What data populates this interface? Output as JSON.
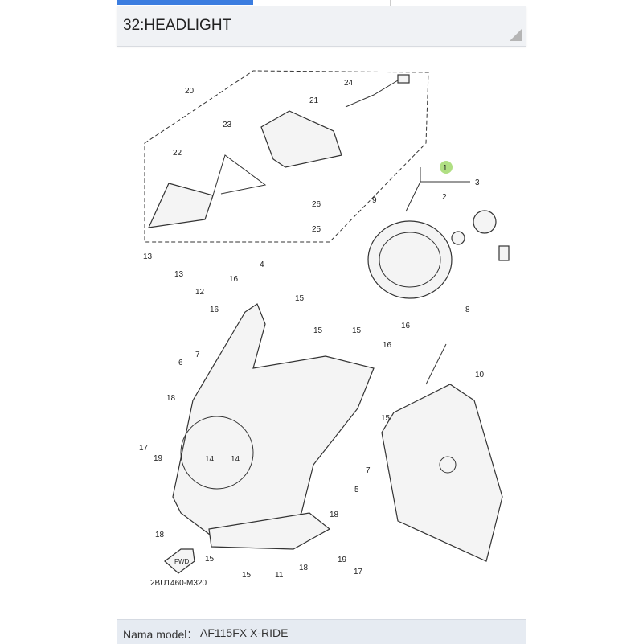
{
  "header": {
    "title": "32:HEADLIGHT"
  },
  "diagram": {
    "code": "2BU1460-M320",
    "fwd_label": "FWD",
    "labels": [
      "20",
      "24",
      "21",
      "23",
      "22",
      "26",
      "25",
      "1",
      "9",
      "2",
      "3",
      "13",
      "13",
      "4",
      "16",
      "12",
      "15",
      "16",
      "15",
      "7",
      "6",
      "15",
      "16",
      "16",
      "8",
      "10",
      "18",
      "15",
      "17",
      "19",
      "14",
      "14",
      "7",
      "5",
      "18",
      "18",
      "15",
      "19",
      "17",
      "15",
      "11",
      "18"
    ],
    "highlight_color": "#8fd14f"
  },
  "footer": {
    "model_label": "Nama model：",
    "model_value": "AF115FX X-RIDE"
  }
}
